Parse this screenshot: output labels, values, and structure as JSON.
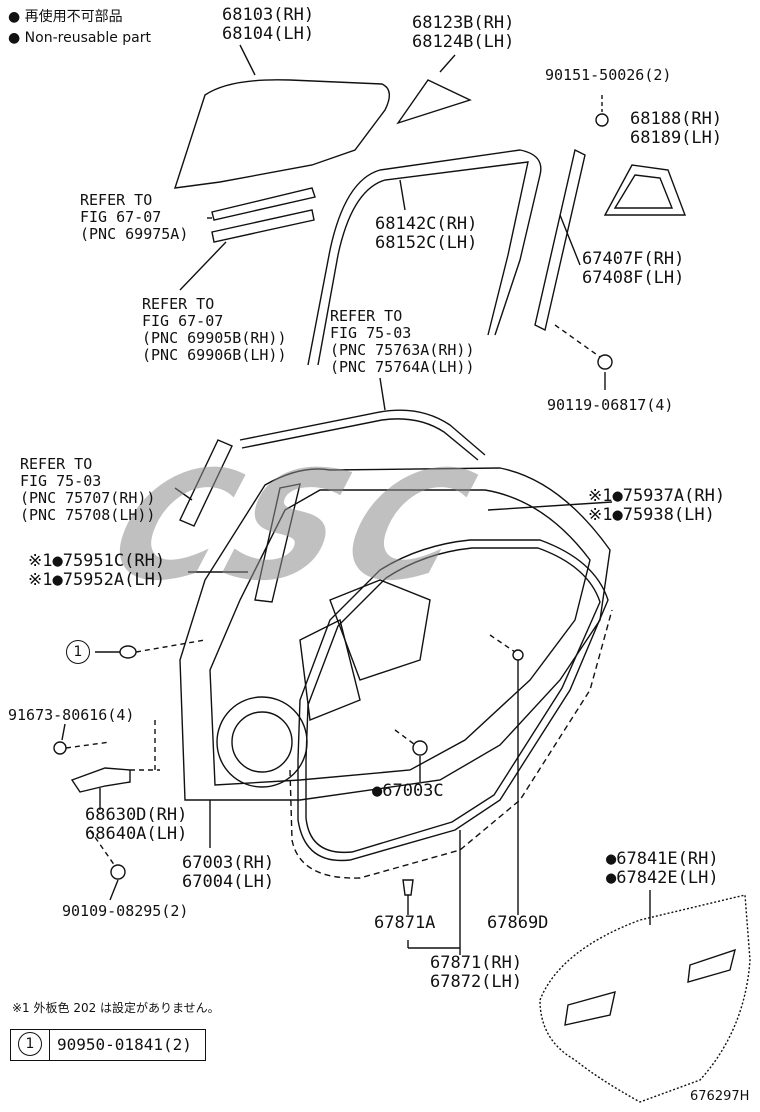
{
  "legend": {
    "jp_text": "● 再使用不可部品",
    "en_text": "● Non-reusable part"
  },
  "labels": {
    "glass": "68103(RH)\n68104(LH)",
    "quarter_glass": "68123B(RH)\n68124B(LH)",
    "screw_top": "90151-50026(2)",
    "quarter_weatherstrip": "68188(RH)\n68189(LH)",
    "refer_6907": "REFER TO\nFIG 67-07\n(PNC 69975A)",
    "run_channel": "68142C(RH)\n68152C(LH)",
    "sash": "67407F(RH)\n67408F(LH)",
    "refer_6907b": "REFER TO\nFIG 67-07\n(PNC 69905B(RH))\n(PNC 69906B(LH))",
    "refer_7503a": "REFER TO\nFIG 75-03\n(PNC 75763A(RH))\n(PNC 75764A(LH))",
    "bolt_right": "90119-06817(4)",
    "refer_7503b": "REFER TO\nFIG 75-03\n(PNC 75707(RH))\n(PNC 75708(LH))",
    "protector_upper": "※1●75937A(RH)\n※1●75938(LH)",
    "protector_side": "※1●75951C(RH)\n※1●75952A(LH)",
    "screw_left": "91673-80616(4)",
    "check": "68630D(RH)\n68640A(LH)",
    "door_panel": "67003(RH)\n67004(LH)",
    "clip_center": "●67003C",
    "seal": "●67841E(RH)\n●67842E(LH)",
    "bolt_bottom": "90109-08295(2)",
    "clip_a": "67871A",
    "clip_d": "67869D",
    "weatherstrip": "67871(RH)\n67872(LH)",
    "note": "※1 外板色 202 は設定がありません。",
    "legend_part": "90950-01841(2)",
    "figure_id": "676297H",
    "circle_marker": "1"
  },
  "watermark_text": "CSC"
}
